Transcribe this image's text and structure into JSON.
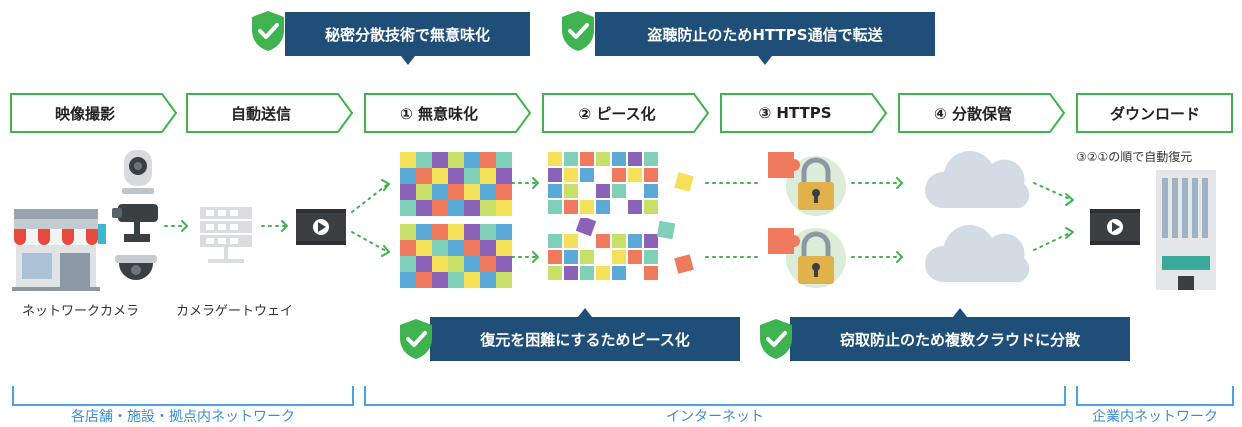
{
  "callouts_top": [
    {
      "text": "秘密分散技術で無意味化"
    },
    {
      "text": "盗聴防止のためHTTPS通信で転送"
    }
  ],
  "callouts_bottom": [
    {
      "text": "復元を困難にするためピース化"
    },
    {
      "text": "窃取防止のため複数クラウドに分散"
    }
  ],
  "steps": [
    {
      "label": "映像撮影"
    },
    {
      "label": "自動送信"
    },
    {
      "label": "① 無意味化"
    },
    {
      "label": "② ピース化"
    },
    {
      "label": "③ HTTPS"
    },
    {
      "label": "④ 分散保管"
    },
    {
      "label": "ダウンロード"
    }
  ],
  "captions": {
    "camera": "ネットワークカメラ",
    "gateway": "カメラゲートウェイ",
    "restore": "③②①の順で自動復元"
  },
  "networks": [
    {
      "label": "各店舗・施設・拠点内ネットワーク"
    },
    {
      "label": "インターネット"
    },
    {
      "label": "企業内ネットワーク"
    }
  ],
  "colors": {
    "navy": "#1f4e79",
    "green": "#3fb34f",
    "blue": "#4ba3e0",
    "mosaic": [
      "#f5e05a",
      "#7fcfb9",
      "#8a63b8",
      "#5aa9d6",
      "#f07a5e",
      "#c8e06a"
    ]
  }
}
